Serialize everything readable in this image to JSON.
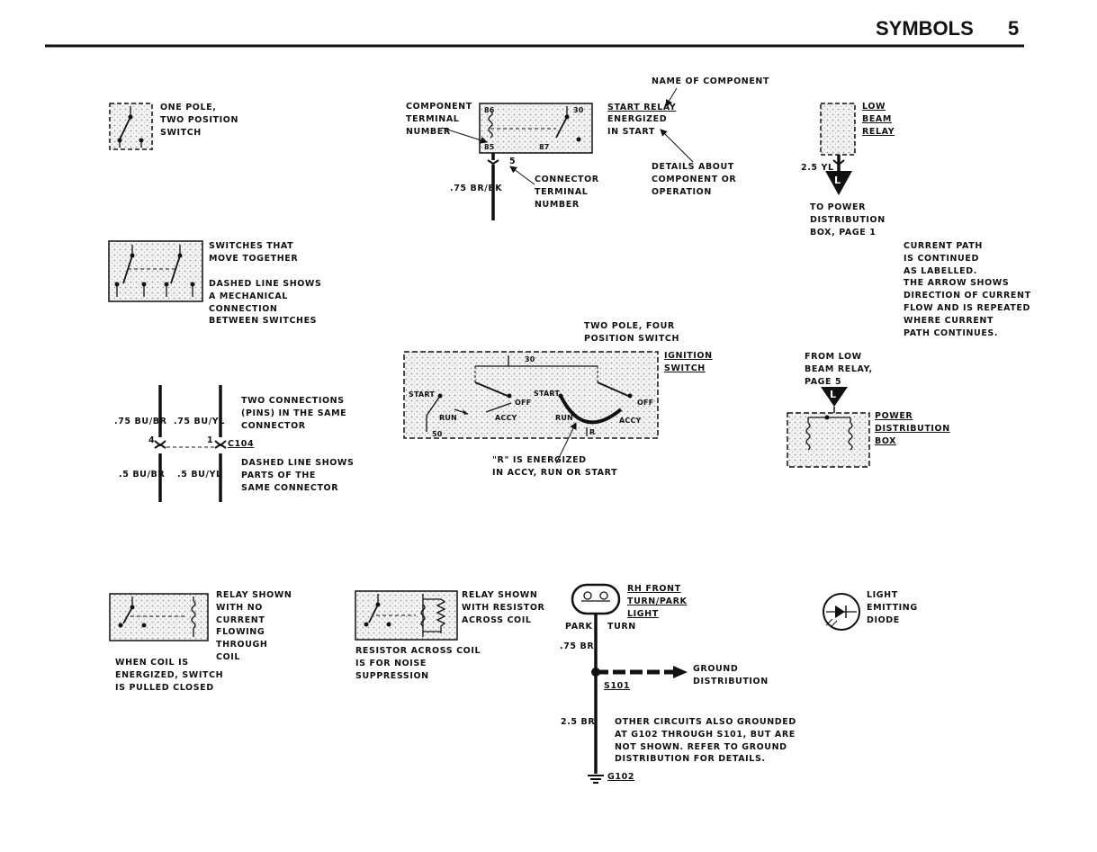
{
  "header": {
    "title": "SYMBOLS",
    "page_number": "5"
  },
  "one_pole": {
    "label": "ONE POLE,\nTWO POSITION\nSWITCH"
  },
  "switches_together": {
    "label1": "SWITCHES THAT\nMOVE TOGETHER",
    "label2": "DASHED LINE SHOWS\nA MECHANICAL\nCONNECTION\nBETWEEN SWITCHES"
  },
  "start_relay": {
    "name_of_component": "NAME OF COMPONENT",
    "component_terminal": "COMPONENT\nTERMINAL\nNUMBER",
    "relay_name": "START RELAY",
    "relay_detail": "ENERGIZED\nIN START",
    "details_about": "DETAILS ABOUT\nCOMPONENT OR\nOPERATION",
    "connector_terminal": "CONNECTOR\nTERMINAL\nNUMBER",
    "wire": ".75 BR/BK",
    "t86": "86",
    "t30": "30",
    "t85": "85",
    "t87": "87",
    "pin5": "5"
  },
  "low_beam": {
    "name": "LOW\nBEAM\nRELAY",
    "wire": "2.5 YL",
    "arrow_letter": "L",
    "to_power": "TO POWER\nDISTRIBUTION\nBOX, PAGE 1"
  },
  "current_path": {
    "label": "CURRENT PATH\nIS CONTINUED\nAS LABELLED.\nTHE ARROW SHOWS\nDIRECTION OF CURRENT\nFLOW AND IS REPEATED\nWHERE CURRENT\nPATH CONTINUES."
  },
  "ignition": {
    "two_pole_label": "TWO POLE, FOUR\nPOSITION SWITCH",
    "name": "IGNITION\nSWITCH",
    "t30": "30",
    "t50": "50",
    "tR": "R",
    "start_l": "START",
    "off_l": "OFF",
    "run_l": "RUN",
    "accy_l": "ACCY",
    "start_r": "START",
    "off_r": "OFF",
    "run_r": "RUN",
    "accy_r": "ACCY",
    "r_note": "\"R\" IS ENERGIZED\nIN ACCY, RUN OR START"
  },
  "power_dist": {
    "from_low": "FROM LOW\nBEAM RELAY,\nPAGE 5",
    "arrow_letter": "L",
    "name": "POWER\nDISTRIBUTION\nBOX"
  },
  "connector": {
    "two_connections": "TWO CONNECTIONS\n(PINS) IN THE SAME\nCONNECTOR",
    "wire_tl": ".75 BU/BR",
    "wire_tr": ".75 BU/YL",
    "pin_l": "4",
    "pin_r": "1",
    "name": "C104",
    "wire_bl": ".5 BU/BR",
    "wire_br": ".5 BU/YL",
    "dashed_note": "DASHED LINE SHOWS\nPARTS OF THE\nSAME CONNECTOR"
  },
  "relay_no_current": {
    "label": "RELAY SHOWN\nWITH NO\nCURRENT\nFLOWING\nTHROUGH\nCOIL",
    "coil_note": "WHEN COIL IS\nENERGIZED, SWITCH\nIS PULLED CLOSED"
  },
  "relay_resistor": {
    "label": "RELAY SHOWN\nWITH RESISTOR\nACROSS COIL",
    "note": "RESISTOR ACROSS COIL\nIS FOR NOISE\nSUPPRESSION"
  },
  "ground": {
    "light_name": "RH FRONT\nTURN/PARK\nLIGHT",
    "park": "PARK",
    "turn": "TURN",
    "wire1": ".75 BR",
    "splice": "S101",
    "ground_dist": "GROUND\nDISTRIBUTION",
    "wire2": "2.5 BR",
    "other_circuits": "OTHER CIRCUITS ALSO GROUNDED\nAT G102 THROUGH S101, BUT ARE\nNOT SHOWN. REFER TO GROUND\nDISTRIBUTION FOR DETAILS.",
    "ground_name": "G102"
  },
  "led": {
    "label": "LIGHT\nEMITTING\nDIODE"
  }
}
